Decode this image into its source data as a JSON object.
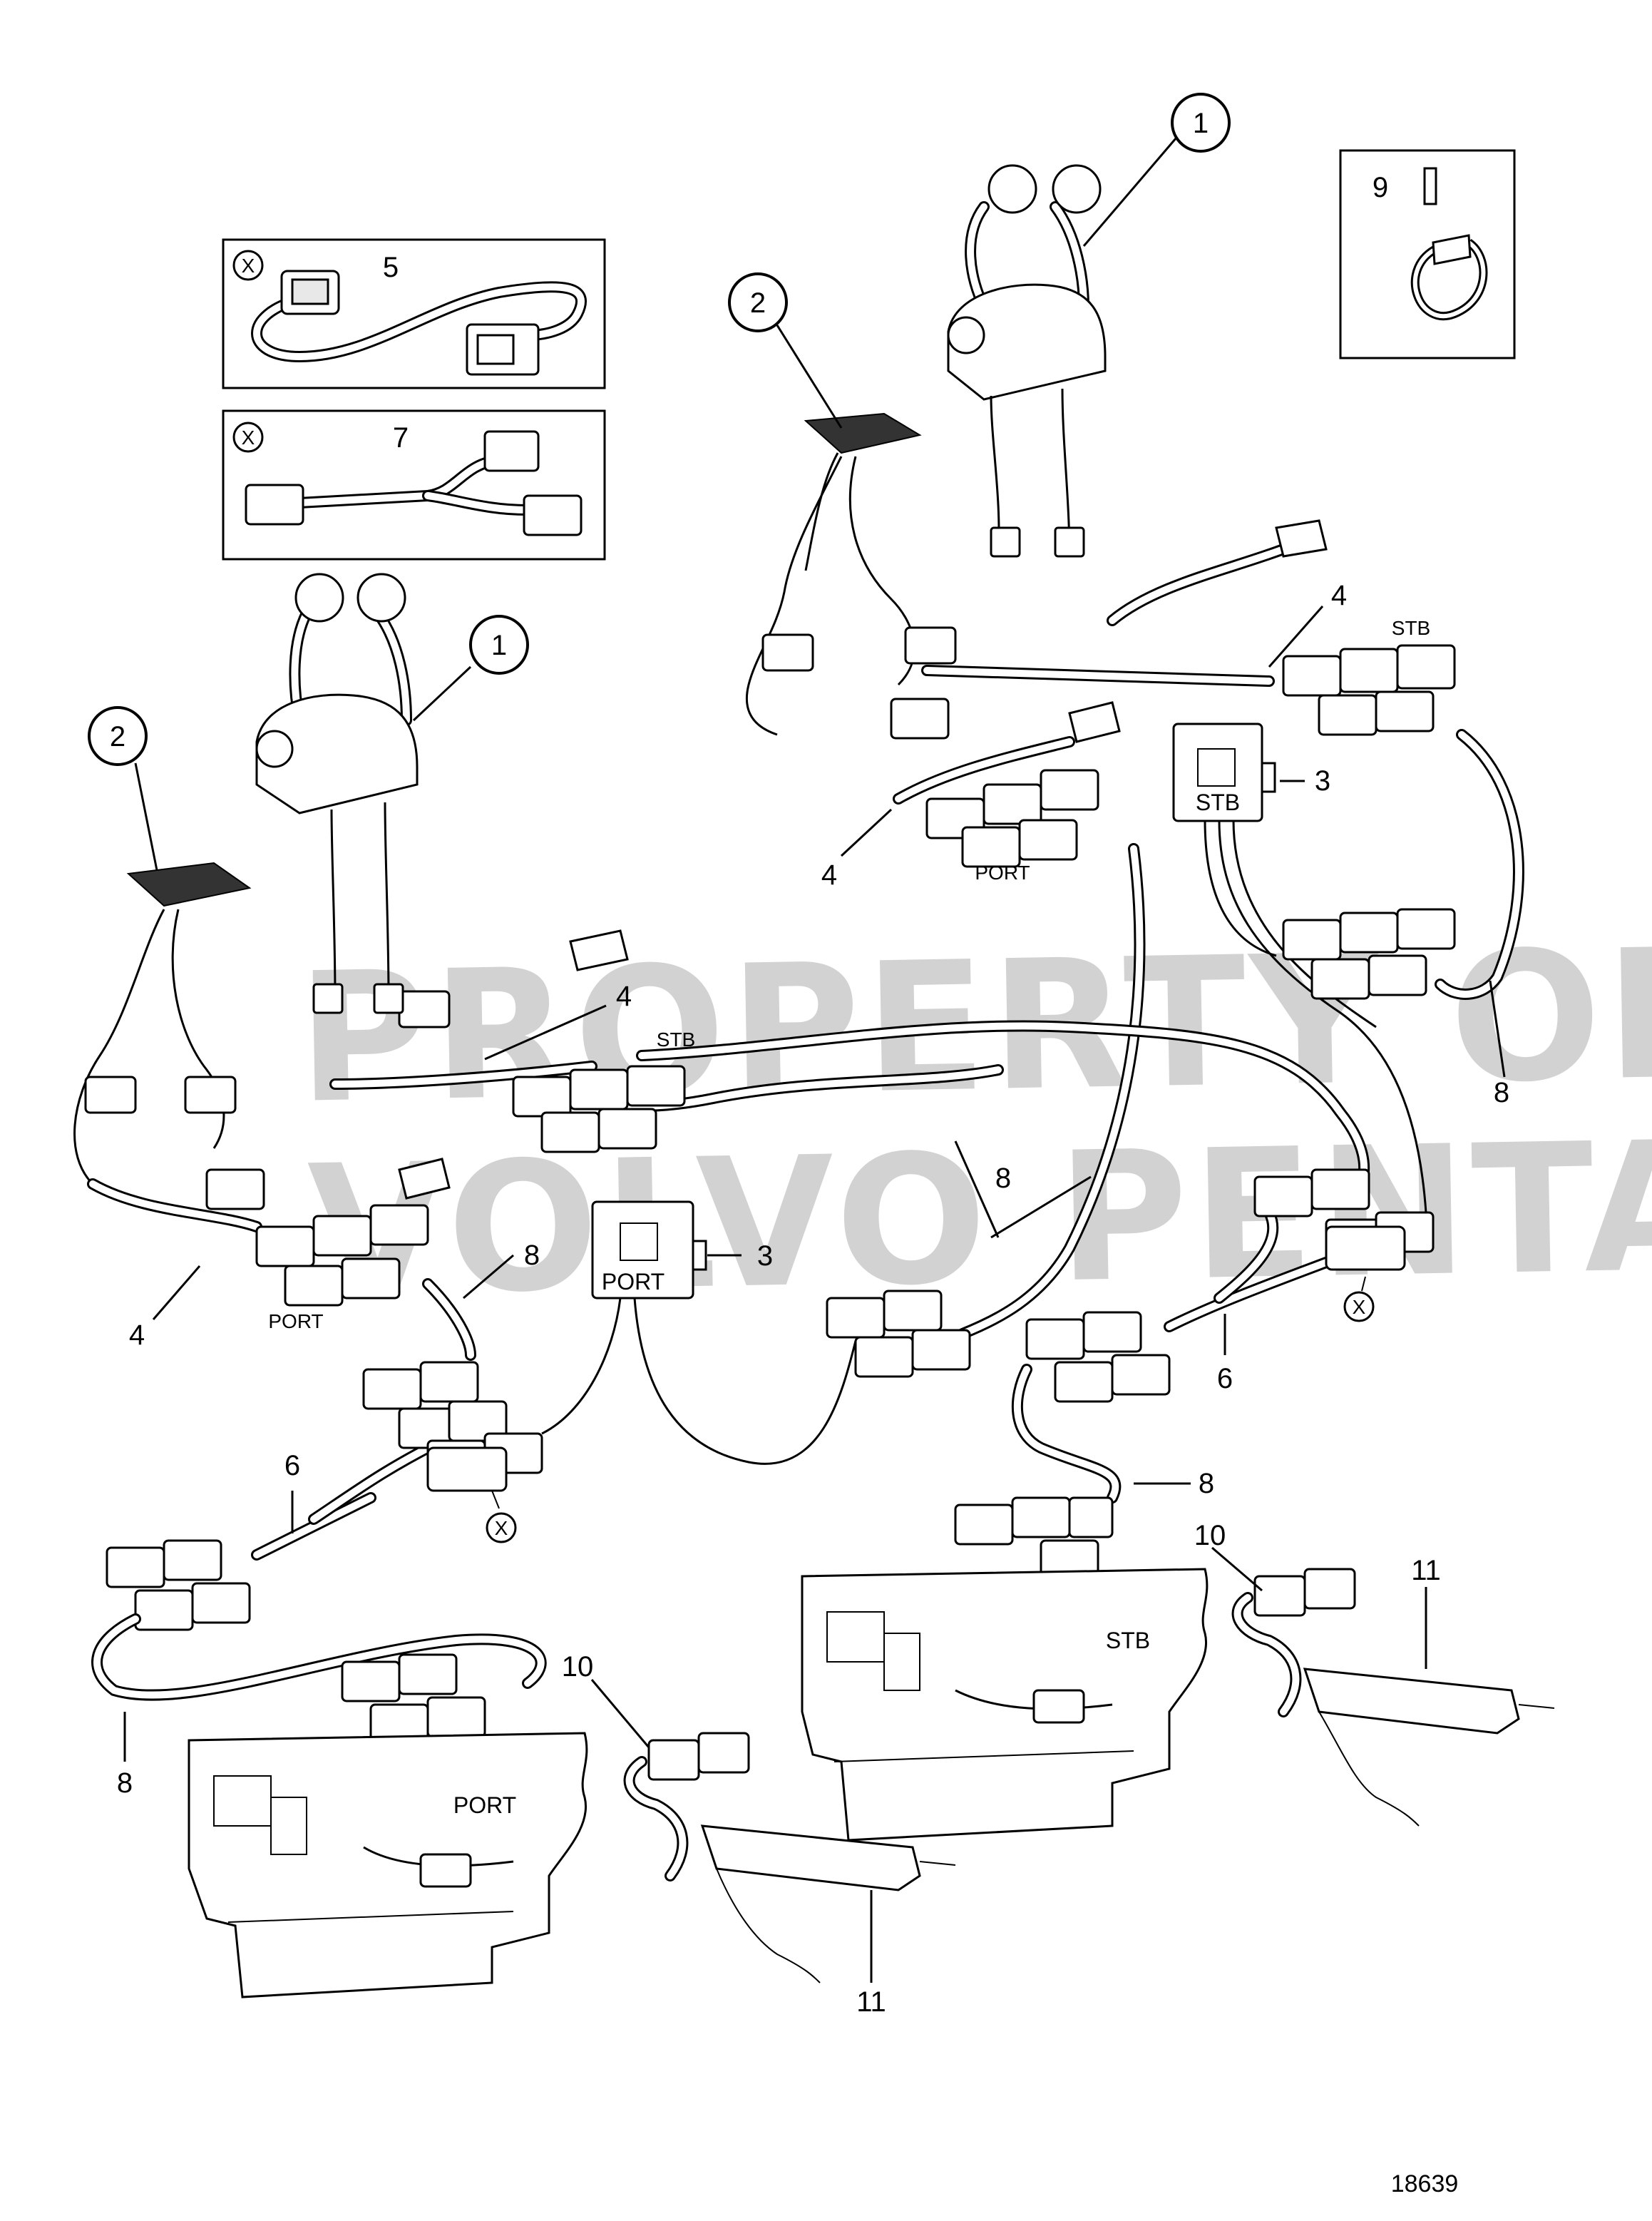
{
  "callouts": {
    "control_lever_upper": "1",
    "control_lever_lower": "1",
    "switch_panel_upper": "2",
    "switch_panel_lower": "2",
    "control_unit_stb": "3",
    "control_unit_port": "3",
    "harness_upper_a": "4",
    "harness_upper_b": "4",
    "harness_lower_a": "4",
    "harness_lower_b": "4",
    "adapter_cable": "5",
    "y_cable_stb": "6",
    "y_cable_port": "6",
    "y_cable_kit": "7",
    "extension_upper_right": "8",
    "extension_middle": "8",
    "extension_port_a": "8",
    "extension_stb_bottom": "8",
    "extension_port_bottom": "8",
    "clamp": "9",
    "engine_cable_stb": "10",
    "engine_cable_port": "10",
    "actuator_stb": "11",
    "actuator_port": "11"
  },
  "labels": {
    "stb_upper": "STB",
    "port_upper": "PORT",
    "stb_lower": "STB",
    "port_lower": "PORT",
    "box_stb": "STB",
    "box_port": "PORT",
    "engine_stb": "STB",
    "engine_port": "PORT",
    "x_inset_5": "X",
    "x_inset_7": "X",
    "x_connector_stb": "X",
    "x_connector_port": "X"
  },
  "watermark": {
    "line1": "PROPERTY OF",
    "line2": "VOLVO PENTA"
  },
  "figure_number": "18639"
}
